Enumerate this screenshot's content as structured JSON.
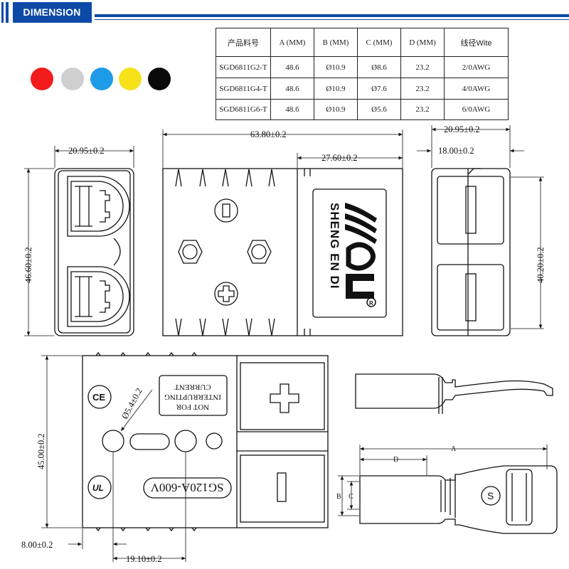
{
  "header": {
    "title": "DIMENSION",
    "accent": "#0d4aa8"
  },
  "color_options": [
    {
      "name": "red",
      "hex": "#f21c1c"
    },
    {
      "name": "grey",
      "hex": "#cfcfcf"
    },
    {
      "name": "blue",
      "hex": "#1e9be6"
    },
    {
      "name": "yellow",
      "hex": "#f7e21a"
    },
    {
      "name": "black",
      "hex": "#0a0a0a"
    }
  ],
  "spec_table": {
    "headers": [
      "产品料号",
      "A (MM)",
      "B (MM)",
      "C (MM)",
      "D (MM)",
      "线径Wite"
    ],
    "rows": [
      [
        "SGD6811G2-T",
        "48.6",
        "Ø10.9",
        "Ø8.6",
        "23.2",
        "2/0AWG"
      ],
      [
        "SGD6811G4-T",
        "48.6",
        "Ø10.9",
        "Ø7.6",
        "23.2",
        "4/0AWG"
      ],
      [
        "SGD6811G6-T",
        "48.6",
        "Ø10.9",
        "Ø5.6",
        "23.2",
        "6/0AWG"
      ]
    ]
  },
  "dimensions": {
    "front_width": "20.95±0.2",
    "front_height": "46.60±0.2",
    "top_length": "63.80±0.2",
    "top_label_width": "27.60±0.2",
    "side_width_outer": "20.95±0.2",
    "side_width_inner": "18.00±0.2",
    "side_height": "40.20±0.2",
    "bottom_height": "45.00±0.2",
    "bottom_hole_dia": "Ø5.4±0.2",
    "bottom_offset": "8.00±0.2",
    "bottom_spacing": "19.10±0.2"
  },
  "terminal_labels": {
    "a": "A",
    "b": "B",
    "c": "C",
    "d": "D",
    "s": "S"
  },
  "logo": {
    "text": "SHENG EN DI",
    "mark": "R"
  },
  "warning": {
    "line1": "NOT FOR",
    "line2": "INTERRUPTING",
    "line3": "CURRENT"
  },
  "rating": "SG120A-600V",
  "symbols": {
    "plus": "+",
    "minus": "−",
    "ce": "CE",
    "ul": "UL"
  }
}
